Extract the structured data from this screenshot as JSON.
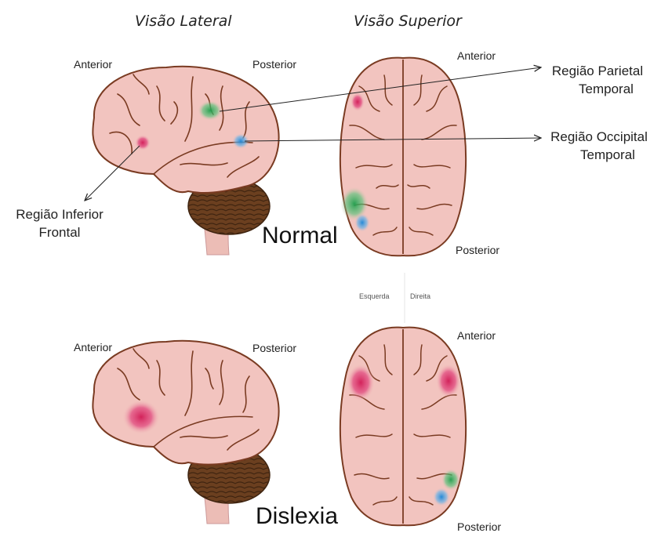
{
  "titles": {
    "lateral": "Visão Lateral",
    "superior": "Visão Superior"
  },
  "normal": {
    "label": "Normal",
    "lateral_anterior": "Anterior",
    "lateral_posterior": "Posterior",
    "top_anterior": "Anterior",
    "top_posterior": "Posterior"
  },
  "regions": {
    "parietal": {
      "line1": "Região Parietal",
      "line2": "Temporal"
    },
    "occipital": {
      "line1": "Região Occipital",
      "line2": "Temporal"
    },
    "inferior": {
      "line1": "Região Inferior",
      "line2": "Frontal"
    }
  },
  "hemispheres": {
    "left": "Esquerda",
    "right": "Direita"
  },
  "dyslexia": {
    "label": "Dislexia",
    "lateral_anterior": "Anterior",
    "lateral_posterior": "Posterior",
    "top_anterior": "Anterior",
    "top_posterior": "Posterior"
  },
  "colors": {
    "brain_fill": "#f2c4bf",
    "brain_stroke": "#7a3b22",
    "cerebellum": "#5a3418",
    "stem": "#e9b9b3",
    "frontal_spot": "#d6245a",
    "parietal_spot": "#2eaa5a",
    "occipital_spot": "#2a8fd8"
  }
}
